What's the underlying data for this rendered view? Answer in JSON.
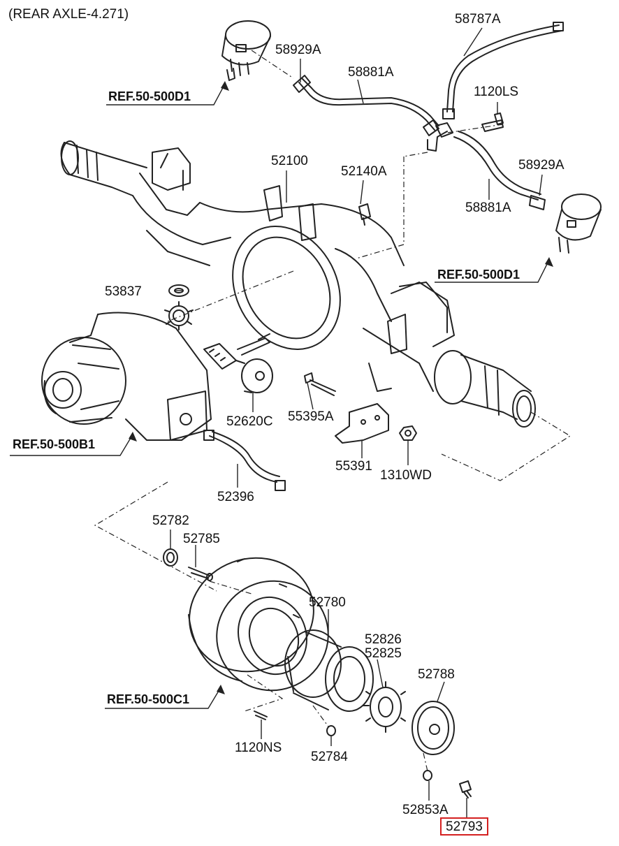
{
  "title": "(REAR AXLE-4.271)",
  "highlight_color": "#d42020",
  "refs": {
    "d1_top": "REF.50-500D1",
    "d1_right": "REF.50-500D1",
    "b1": "REF.50-500B1",
    "c1": "REF.50-500C1"
  },
  "parts": {
    "p58787A": "58787A",
    "p58929A_top": "58929A",
    "p58881A_top": "58881A",
    "p1120LS": "1120LS",
    "p58929A_right": "58929A",
    "p58881A_right": "58881A",
    "p52100": "52100",
    "p52140A": "52140A",
    "p53837": "53837",
    "p52620C": "52620C",
    "p55395A": "55395A",
    "p55391": "55391",
    "p1310WD": "1310WD",
    "p52396": "52396",
    "p52782": "52782",
    "p52785": "52785",
    "p52780": "52780",
    "p52826": "52826",
    "p52825": "52825",
    "p52788": "52788",
    "p1120NS": "1120NS",
    "p52784": "52784",
    "p52853A": "52853A",
    "p52793": "52793"
  }
}
